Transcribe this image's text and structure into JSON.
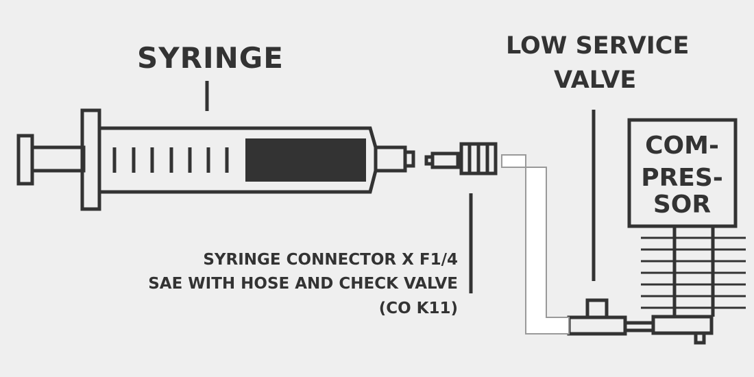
{
  "labels": {
    "syringe": "SYRINGE",
    "low_service_valve": [
      "LOW SERVICE",
      "VALVE"
    ],
    "compressor": [
      "COM-",
      "PRES-",
      "SOR"
    ],
    "connector": [
      "SYRINGE CONNECTOR X F1/4",
      "SAE WITH HOSE AND CHECK VALVE",
      "(CO K11)"
    ]
  },
  "colors": {
    "background": "#efefef",
    "stroke": "#333333",
    "hose": "#999999"
  }
}
